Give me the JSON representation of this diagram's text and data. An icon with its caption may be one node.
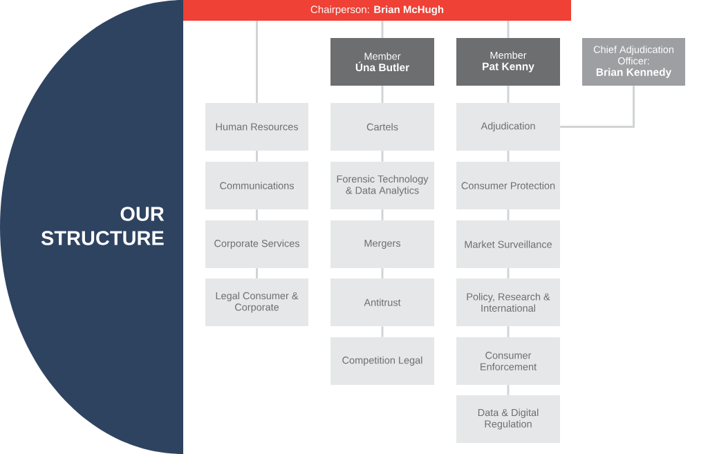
{
  "diagram": {
    "nodes": [
      {
        "text": [
          "OUR STRUCTURE"
        ]
      },
      {
        "text": [
          "Chairperson: **Brian McHugh**"
        ]
      },
      {
        "text": [
          "Human Resources"
        ]
      },
      {
        "text": [
          "Communications"
        ]
      },
      {
        "text": [
          "Corporate Services"
        ]
      },
      {
        "text": [
          "Legal Consumer & Corporate"
        ]
      },
      {
        "text": [
          "Member",
          "Úna Butler"
        ]
      },
      {
        "text": [
          "Cartels"
        ]
      },
      {
        "text": [
          "Forensic Technology & Data Analytics"
        ]
      },
      {
        "text": [
          "Mergers"
        ]
      },
      {
        "text": [
          "Antitrust"
        ]
      },
      {
        "text": [
          "Competition Legal"
        ]
      },
      {
        "text": [
          "Member",
          "Pat Kenny"
        ]
      },
      {
        "text": [
          "Adjudication"
        ]
      },
      {
        "text": [
          "Consumer Protection"
        ]
      },
      {
        "text": [
          "Market Surveillance"
        ]
      },
      {
        "text": [
          "Policy, Research & International"
        ]
      },
      {
        "text": [
          "Consumer Enforcement"
        ]
      },
      {
        "text": [
          "Data & Digital Regulation"
        ]
      },
      {
        "text": [
          "Chief Adjudication Officer:",
          "Brian Kennedy"
        ]
      }
    ],
    "edges": [
      {
        "from": 1,
        "to": 2,
        "arrow": "none"
      },
      {
        "from": 2,
        "to": 3,
        "arrow": "none"
      },
      {
        "from": 3,
        "to": 4,
        "arrow": "none"
      },
      {
        "from": 4,
        "to": 5,
        "arrow": "none"
      },
      {
        "from": 1,
        "to": 6,
        "arrow": "none"
      },
      {
        "from": 6,
        "to": 7,
        "arrow": "none"
      },
      {
        "from": 7,
        "to": 8,
        "arrow": "none"
      },
      {
        "from": 8,
        "to": 9,
        "arrow": "none"
      },
      {
        "from": 9,
        "to": 10,
        "arrow": "none"
      },
      {
        "from": 10,
        "to": 11,
        "arrow": "none"
      },
      {
        "from": 1,
        "to": 12,
        "arrow": "none"
      },
      {
        "from": 12,
        "to": 13,
        "arrow": "none"
      },
      {
        "from": 13,
        "to": 14,
        "arrow": "none"
      },
      {
        "from": 14,
        "to": 15,
        "arrow": "none"
      },
      {
        "from": 15,
        "to": 16,
        "arrow": "none"
      },
      {
        "from": 16,
        "to": 17,
        "arrow": "none"
      },
      {
        "from": 17,
        "to": 18,
        "arrow": "none"
      },
      {
        "from": 19,
        "to": 13,
        "arrow": "none"
      }
    ]
  }
}
